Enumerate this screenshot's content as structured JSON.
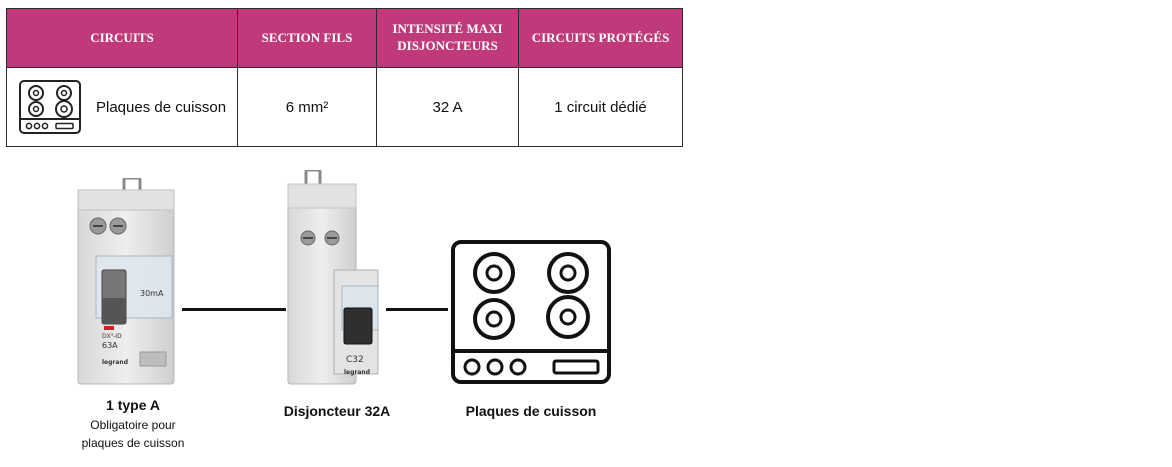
{
  "table": {
    "headers": [
      "CIRCUITS",
      "SECTION FILS",
      "INTENSITÉ MAXI DISJONCTEURS",
      "CIRCUITS PROTÉGÉS"
    ],
    "row": {
      "circuit": "Plaques de cuisson",
      "section": "6 mm²",
      "intensity": "32 A",
      "protected": "1 circuit dédié"
    },
    "header_color": "#c0397a"
  },
  "diagram": {
    "differential": {
      "title": "1 type A",
      "subtitle_line1": "Obligatoire pour",
      "subtitle_line2": "plaques de cuisson",
      "markings": {
        "rating": "30mA",
        "model": "DX³-ID",
        "amps": "63A",
        "brand": "legrand"
      }
    },
    "breaker": {
      "title": "Disjoncteur 32A",
      "markings": {
        "rating": "C32",
        "brand": "legrand"
      }
    },
    "hob": {
      "title": "Plaques de cuisson"
    }
  },
  "icons": {
    "hob": "cooktop-icon"
  }
}
